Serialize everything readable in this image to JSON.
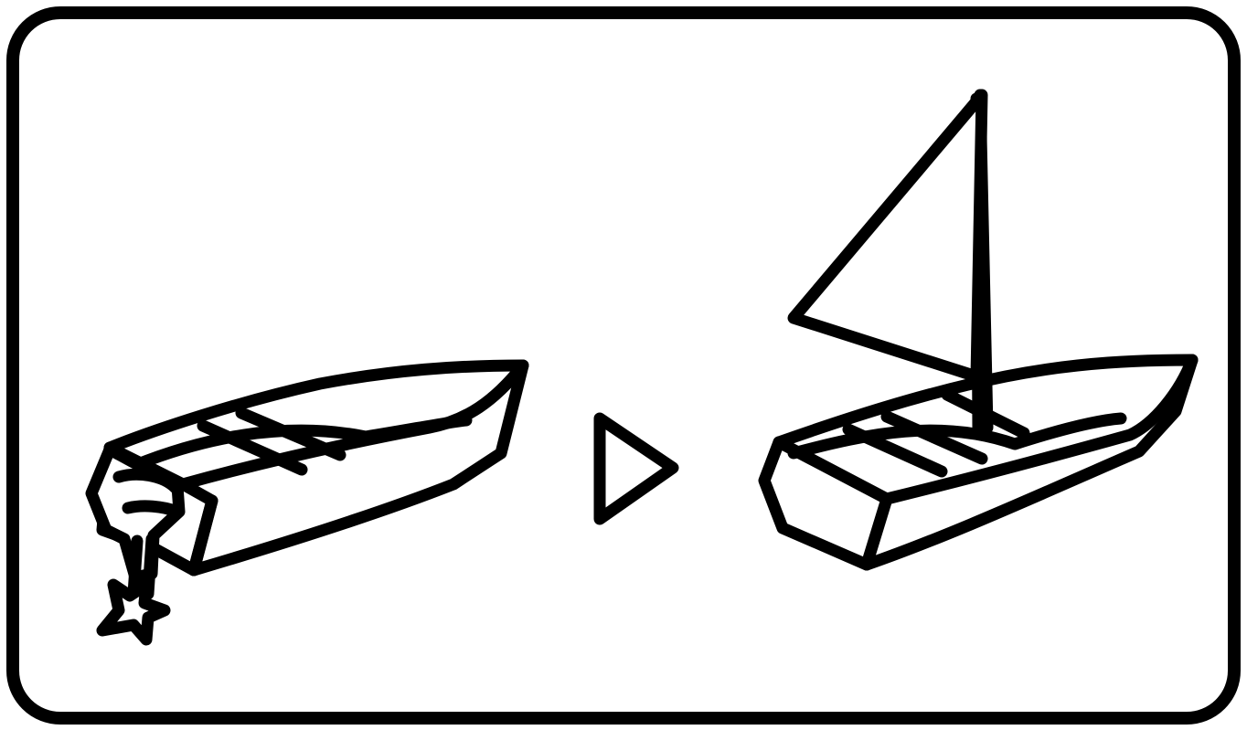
{
  "diagram": {
    "panel": {
      "border_color": "#000000",
      "background": "#ffffff"
    },
    "left_item": {
      "icon": "motorboat-icon",
      "description_parts": [
        "hull",
        "bench-seats",
        "outboard-motor",
        "propeller"
      ]
    },
    "transition": {
      "icon": "play-triangle-icon"
    },
    "right_item": {
      "icon": "sailboat-icon",
      "description_parts": [
        "hull",
        "bench-seats",
        "mast",
        "sail"
      ]
    }
  }
}
